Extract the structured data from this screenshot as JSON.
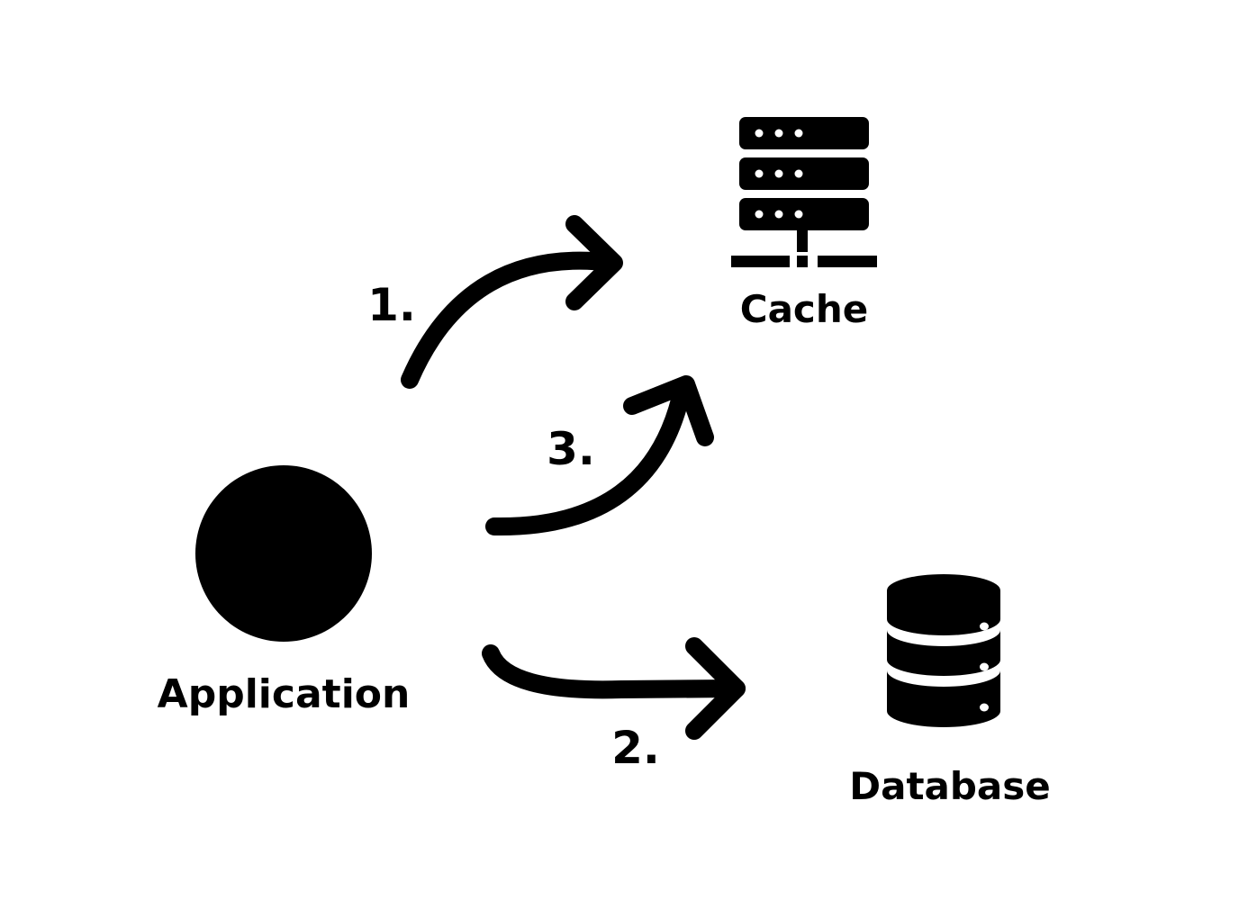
{
  "nodes": {
    "application": {
      "label": "Application",
      "icon": "circle-icon"
    },
    "cache": {
      "label": "Cache",
      "icon": "server-icon"
    },
    "database": {
      "label": "Database",
      "icon": "database-icon"
    }
  },
  "edges": [
    {
      "label": "1.",
      "from": "Application",
      "to": "Cache"
    },
    {
      "label": "2.",
      "from": "Application",
      "to": "Database"
    },
    {
      "label": "3.",
      "from": "Application",
      "to": "Cache"
    }
  ],
  "colors": {
    "foreground": "#000000",
    "background": "#ffffff"
  }
}
